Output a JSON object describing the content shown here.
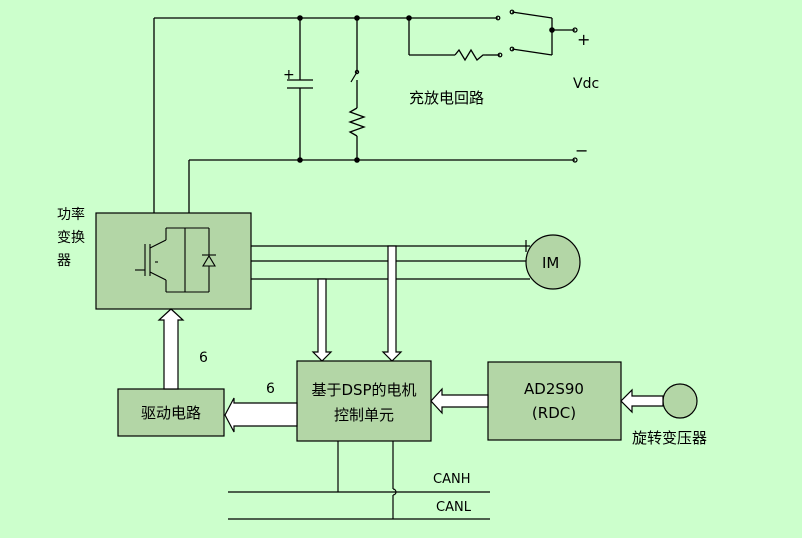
{
  "labels": {
    "charge_circuit": "充放电回路",
    "vdc": "Vdc",
    "plus": "+",
    "minus": "−",
    "power_converter": [
      "功率",
      "变换",
      "器"
    ],
    "motor": "IM",
    "dsp_unit": [
      "基于DSP的电机",
      "控制单元"
    ],
    "ad2s90": [
      "AD2S90",
      "(RDC)"
    ],
    "resolver": "旋转变压器",
    "driver": "驱动电路",
    "six_vertical": "6",
    "six_horizontal": "6",
    "canh": "CANH",
    "canl": "CANL"
  },
  "colors": {
    "background": "#ccffcc",
    "block_fill": "#b3d6a6",
    "line": "#000000"
  }
}
